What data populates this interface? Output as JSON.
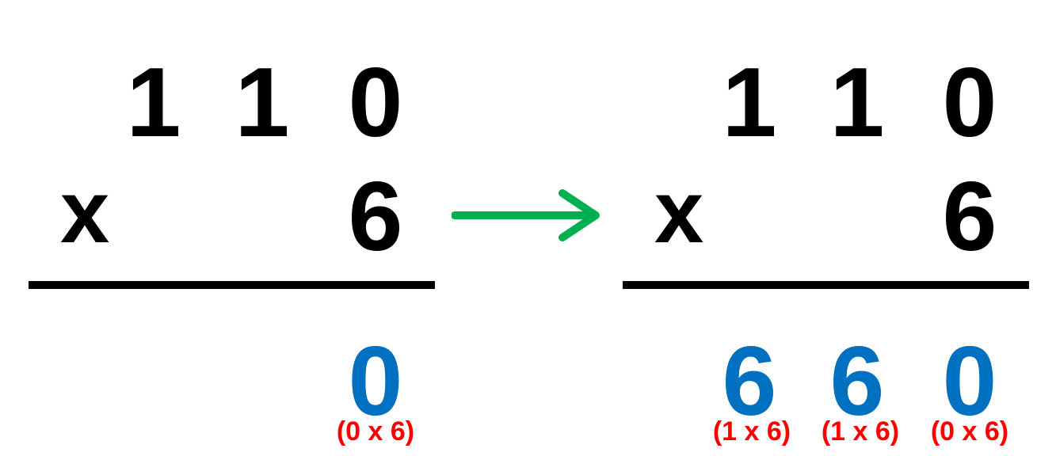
{
  "left_problem": {
    "multiplicand_digits": [
      "1",
      "1",
      "0"
    ],
    "operator": "x",
    "multiplier": "6",
    "result_digits": [
      "0"
    ],
    "result_notes": [
      "(0 x 6)"
    ]
  },
  "right_problem": {
    "multiplicand_digits": [
      "1",
      "1",
      "0"
    ],
    "operator": "x",
    "multiplier": "6",
    "result_digits": [
      "6",
      "6",
      "0"
    ],
    "result_notes": [
      "(1 x 6)",
      "(1 x 6)",
      "(0 x 6)"
    ]
  },
  "arrow_icon": "right-arrow-icon",
  "colors": {
    "digits": "#000000",
    "result": "#0070c0",
    "notes": "#ff0000",
    "arrow": "#00b050"
  }
}
